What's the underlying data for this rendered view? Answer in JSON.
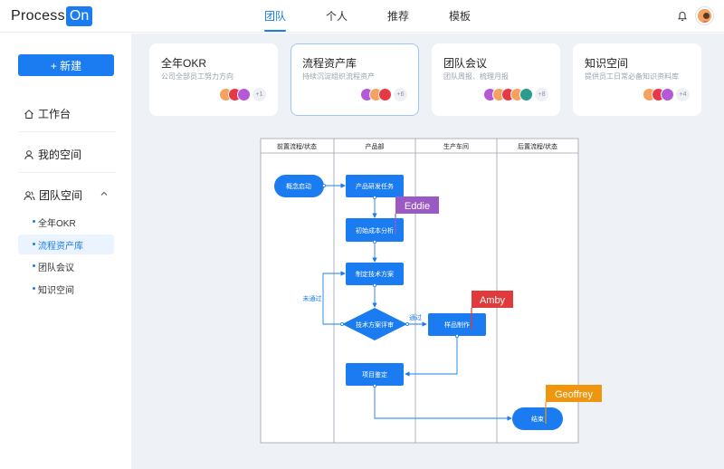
{
  "header": {
    "logo_text": "Process",
    "logo_badge": "On",
    "nav": [
      "团队",
      "个人",
      "推荐",
      "模板"
    ],
    "active_nav": 0
  },
  "sidebar": {
    "new_button": "+ 新建",
    "items": {
      "workspace": "工作台",
      "my_space": "我的空间",
      "team_space": "团队空间"
    },
    "sub_items": [
      "全年OKR",
      "流程资产库",
      "团队会议",
      "知识空间"
    ],
    "active_sub": 1
  },
  "cards": [
    {
      "title": "全年OKR",
      "subtitle": "公司全部员工努力方向",
      "more": "+1"
    },
    {
      "title": "流程资产库",
      "subtitle": "持续沉淀组织流程资产",
      "more": "+6"
    },
    {
      "title": "团队会议",
      "subtitle": "团队周报、梳理月报",
      "more": "+8"
    },
    {
      "title": "知识空间",
      "subtitle": "提供员工日常必备知识资料库",
      "more": "+4"
    }
  ],
  "diagram": {
    "lanes": [
      "前置流程/状态",
      "产品部",
      "生产车间",
      "后置流程/状态"
    ],
    "nodes": {
      "start": "概念启动",
      "task1": "产品研发任务",
      "task2": "初始成本分析",
      "task3": "制定技术方案",
      "decision": "技术方案评审",
      "task4": "样品制作",
      "task5": "项目鉴定",
      "end": "结束"
    },
    "edge_labels": {
      "fail": "未通过",
      "pass": "通过"
    },
    "cursors": [
      {
        "name": "Eddie",
        "color": "#9b59c4"
      },
      {
        "name": "Amby",
        "color": "#e03a3a"
      },
      {
        "name": "Geoffrey",
        "color": "#f0960e"
      }
    ]
  },
  "colors": {
    "brand": "#1a7cf0",
    "node": "#1a7cf0"
  }
}
